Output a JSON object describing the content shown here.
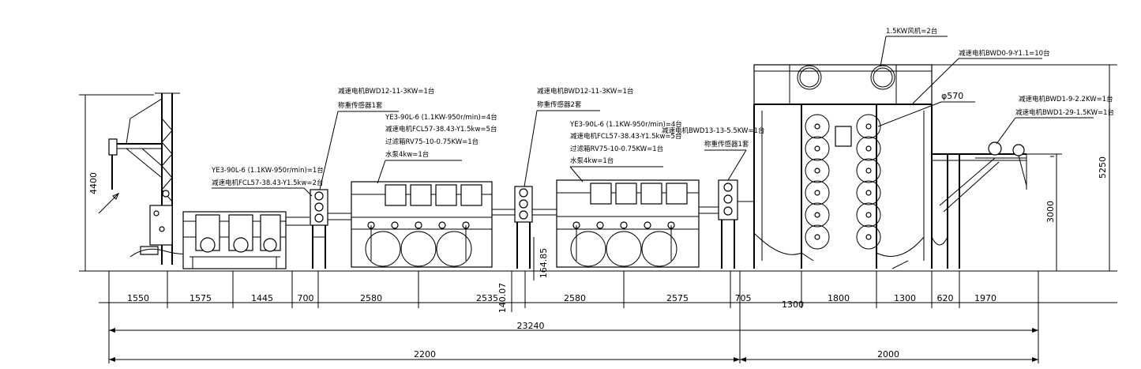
{
  "colors": {
    "ink": "#000000",
    "paper": "#ffffff"
  },
  "annotations": {
    "unit1_line1": "YE3-90L-6 (1.1KW-950r/min)=1台",
    "unit1_line2": "减速电机FCL57-38.43-Y1.5kw=2台",
    "weigh1_line1": "减速电机BWD12-11-3KW=1台",
    "weigh1_line2": "称重传感器1套",
    "unit2_line1": "YE3-90L-6 (1.1KW-950r/min)=4台",
    "unit2_line2": "减速电机FCL57-38.43-Y1.5kw=5台",
    "unit2_line3": "过滤箱RV75-10-0.75KW=1台",
    "unit2_line4": "水泵4kw=1台",
    "weigh2_line1": "减速电机BWD12-11-3KW=1台",
    "weigh2_line2": "称重传感器2套",
    "unit3_line1": "YE3-90L-6 (1.1KW-950r/min)=4台",
    "unit3_line2": "减速电机FCL57-38.43-Y1.5kw=5台",
    "unit3_line3": "过滤箱RV75-10-0.75KW=1台",
    "unit3_line4": "水泵4kw=1台",
    "weigh3_line1": "减速电机BWD13-13-5.5KW=1台",
    "weigh3_line2": "称重传感器1套",
    "fan": "1.5KW风机=2台",
    "dryer_motor": "减速电机BWD0-9-Y1.1=10台",
    "cylinder_diameter": "φ570",
    "exit_line1": "减速电机BWD1-9-2.2KW=1台",
    "exit_line2": "减速电机BWD1-29-1.5KW=1台"
  },
  "dimensions": {
    "segments": [
      "1550",
      "1575",
      "1445",
      "700",
      "2580",
      "2535",
      "2580",
      "2575",
      "705",
      "1300",
      "1800",
      "1300",
      "620",
      "1970"
    ],
    "total": "23240",
    "split_left": "2200",
    "split_right": "2000",
    "height_left": "4400",
    "height_right": "5250",
    "height_exit": "3000",
    "dim_140": "140.07",
    "dim_164": "164.85"
  }
}
